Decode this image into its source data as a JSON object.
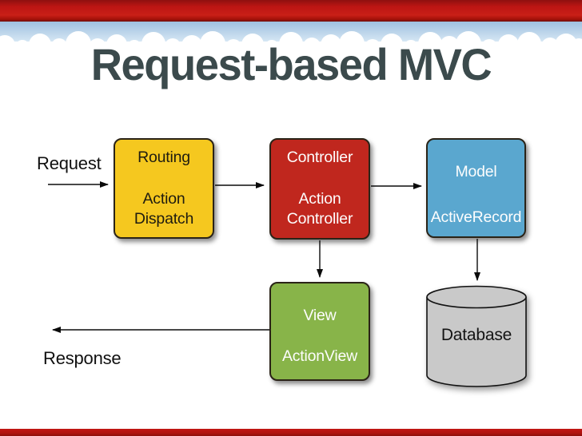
{
  "slide": {
    "title": "Request-based MVC",
    "title_color": "#3b4a4c",
    "banner_color": "#bc1513",
    "sky_color": "#a9c6e2"
  },
  "labels": {
    "request": "Request",
    "response": "Response"
  },
  "boxes": {
    "routing": {
      "lines": [
        "Routing",
        "Action",
        "Dispatch"
      ],
      "fill": "#f5c81f",
      "text_color": "#1f1c10"
    },
    "controller": {
      "lines": [
        "Controller",
        "Action",
        "Controller"
      ],
      "fill": "#c0271e",
      "text_color": "#fdfdfd"
    },
    "model": {
      "lines": [
        "Model",
        "ActiveRecord"
      ],
      "fill": "#5aa7cf",
      "text_color": "#fdfdfd"
    },
    "view": {
      "lines": [
        "View",
        "ActionView"
      ],
      "fill": "#88b449",
      "text_color": "#fdfdfd"
    },
    "database": {
      "label": "Database",
      "fill": "#c9c9c9",
      "text_color": "#141414"
    }
  }
}
